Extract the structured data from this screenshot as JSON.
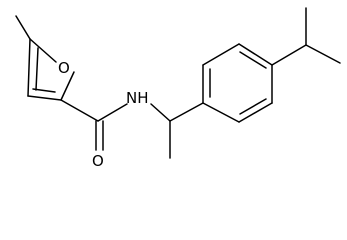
{
  "molecule": {
    "atoms": {
      "oxygen_ring": "O",
      "oxygen_carbonyl": "O",
      "amide": "NH"
    }
  }
}
